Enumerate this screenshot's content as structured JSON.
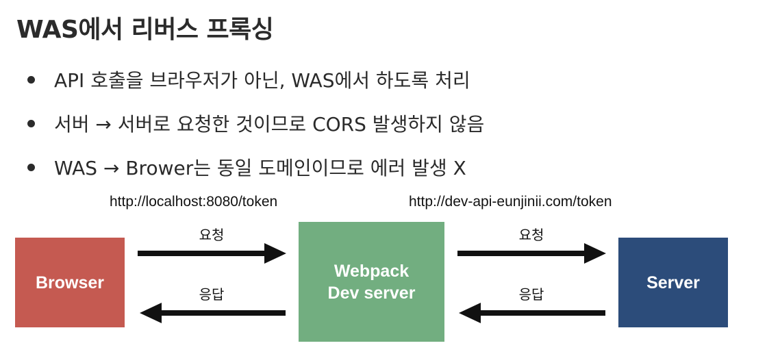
{
  "title": "WAS에서 리버스 프록싱",
  "bullets": [
    "API 호출을 브라우저가 아닌, WAS에서 하도록 처리",
    "서버 → 서버로 요청한 것이므로 CORS 발생하지 않음",
    "WAS → Brower는 동일 도메인이므로 에러 발생 X"
  ],
  "diagram": {
    "urls": {
      "left": "http://localhost:8080/token",
      "right": "http://dev-api-eunjinii.com/token"
    },
    "boxes": {
      "browser": {
        "label": "Browser",
        "color": "#c55a51"
      },
      "webpack": {
        "line1": "Webpack",
        "line2": "Dev server",
        "color": "#72ae80"
      },
      "server": {
        "label": "Server",
        "color": "#2c4c7a"
      }
    },
    "arrows": {
      "left_request": "요청",
      "left_response": "응답",
      "right_request": "요청",
      "right_response": "응답"
    }
  }
}
